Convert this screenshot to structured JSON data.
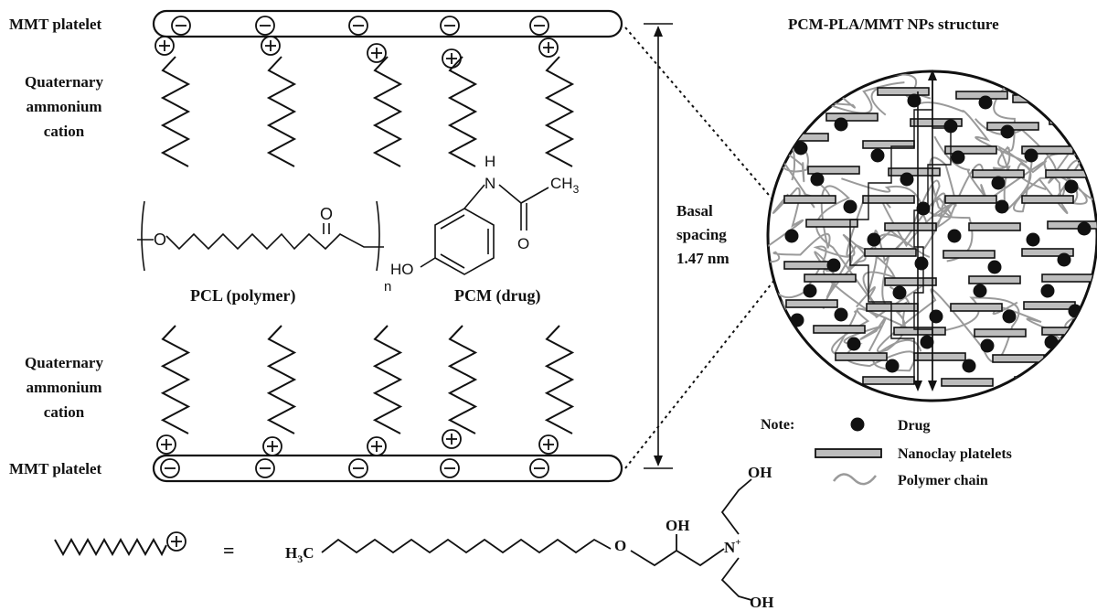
{
  "labels": {
    "mmt_top": "MMT platelet",
    "mmt_bottom": "MMT platelet",
    "cation_top": [
      "Quaternary",
      "ammonium",
      "cation"
    ],
    "cation_bottom": [
      "Quaternary",
      "ammonium",
      "cation"
    ],
    "basal": [
      "Basal",
      "spacing",
      "1.47 nm"
    ],
    "pcl_caption": "PCL (polymer)",
    "pcm_caption": "PCM (drug)",
    "structure_title": "PCM-PLA/MMT NPs structure"
  },
  "chem": {
    "pcl_o": "O",
    "pcl_carbonyl_o": "O",
    "pcl_n": "n",
    "pcm_h": "H",
    "pcm_n": "N",
    "pcm_ch3": "CH",
    "pcm_ch3_sub": "3",
    "pcm_o": "O",
    "pcm_ho": "HO"
  },
  "formula": {
    "equals": "=",
    "h3c_h": "H",
    "h3c_sub": "3",
    "h3c_c": "C",
    "ether_o": "O",
    "oh_mid": "OH",
    "n_plus": "N",
    "n_charge": "+",
    "oh_top": "OH",
    "oh_bottom": "OH"
  },
  "legend": {
    "title": "Note:",
    "drug": "Drug",
    "platelets": "Nanoclay platelets",
    "polymer": "Polymer chain"
  },
  "symbols": {
    "minus": "−",
    "plus": "+"
  },
  "colors": {
    "ink": "#111111",
    "polymer_chain": "#9a9a9a",
    "platelet_fill": "#bdbdbd",
    "background": "#ffffff"
  }
}
